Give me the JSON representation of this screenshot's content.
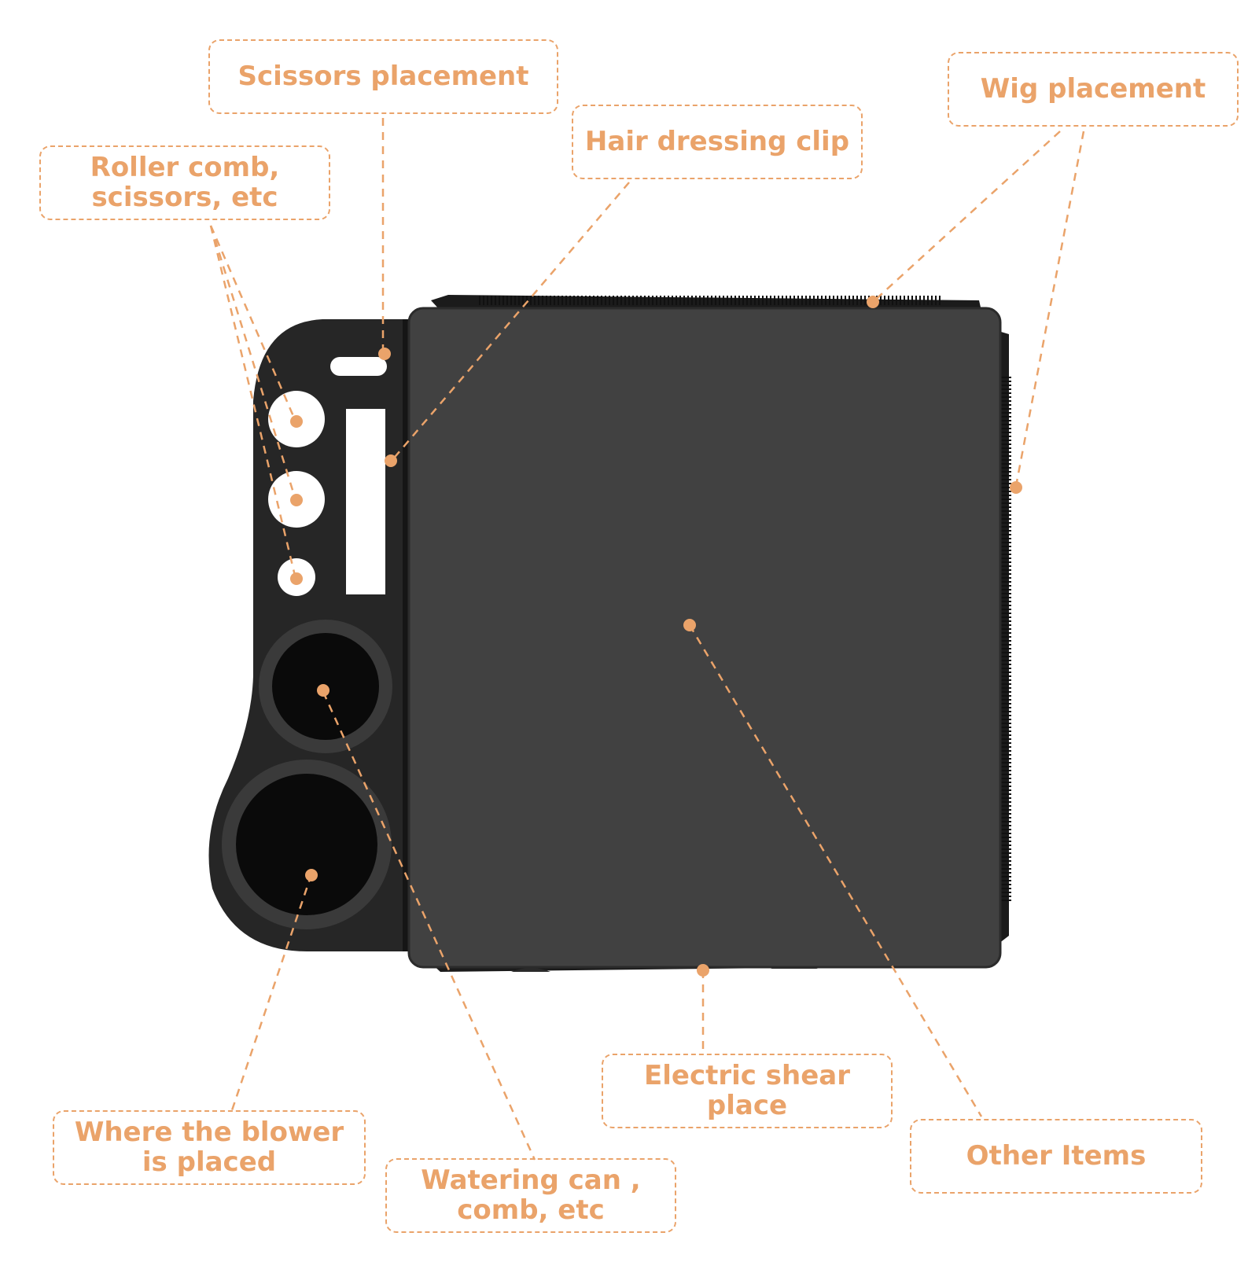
{
  "callouts": {
    "scissors": "Scissors placement",
    "roller_line1": "Roller comb,",
    "roller_line2": "scissors, etc",
    "hair_clip": "Hair dressing clip",
    "wig": "Wig placement",
    "shear_line1": "Electric shear",
    "shear_line2": "place",
    "blower_line1": "Where the blower",
    "blower_line2": "is placed",
    "water_line1": "Watering can ,",
    "water_line2": "comb, etc",
    "other": "Other Items"
  },
  "colors": {
    "accent": "#eaa36a",
    "mat": "#404040",
    "mat_edge": "#1a1a1a",
    "holder": "#2a2a2a",
    "hole": "#ffffff",
    "cup": "#0d0d0d"
  }
}
